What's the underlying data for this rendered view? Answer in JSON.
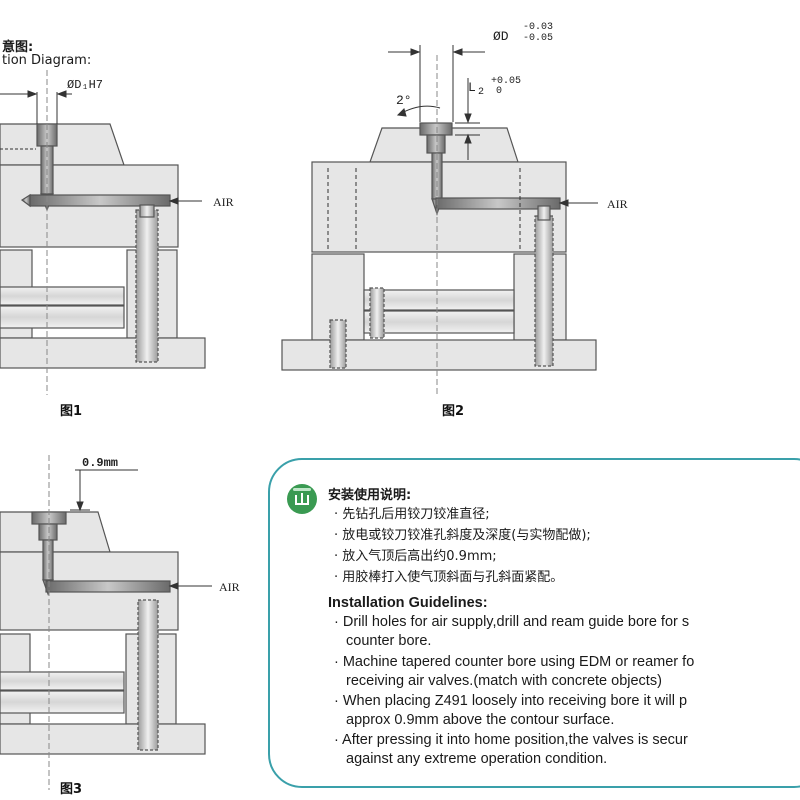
{
  "header": {
    "title_cn": "意图:",
    "title_en": "tion Diagram:"
  },
  "figures": {
    "fig1": {
      "label": "图1",
      "dim_top": "ØD₁H7",
      "air": "AIR"
    },
    "fig2": {
      "label": "图2",
      "dim_d": "ØD",
      "dim_d_tol_upper": "-0.03",
      "dim_d_tol_lower": "-0.05",
      "angle": "2°",
      "dim_l": "L",
      "dim_l_sub": "2",
      "dim_l_tol_upper": "+0.05",
      "dim_l_tol_lower": "0",
      "air": "AIR"
    },
    "fig3": {
      "label": "图3",
      "dim_height": "0.9mm",
      "air": "AIR"
    }
  },
  "guidelines": {
    "icon": "book-icon",
    "cn_title": "安装使用说明:",
    "cn_items": [
      "· 先钻孔后用铰刀铰准直径;",
      "· 放电或铰刀铰准孔斜度及深度(与实物配做);",
      "· 放入气顶后高出约0.9mm;",
      "· 用胶棒打入使气顶斜面与孔斜面紧配。"
    ],
    "en_title": "Installation Guidelines:",
    "en_lines": [
      "· Drill holes for air supply,drill and ream guide bore for s",
      "  counter bore.",
      "· Machine tapered counter bore using EDM or reamer fo",
      "  receiving air valves.(match with concrete objects)",
      "· When placing Z491 loosely into receiving bore it will p",
      "  approx 0.9mm above the contour surface.",
      "· After pressing it into home position,the valves is secur",
      "  against any extreme operation condition."
    ]
  },
  "colors": {
    "plate_fill": "#e8e8e8",
    "plate_stroke": "#555555",
    "accent_border": "#3aa0aa",
    "icon_green": "#3a9a52"
  }
}
